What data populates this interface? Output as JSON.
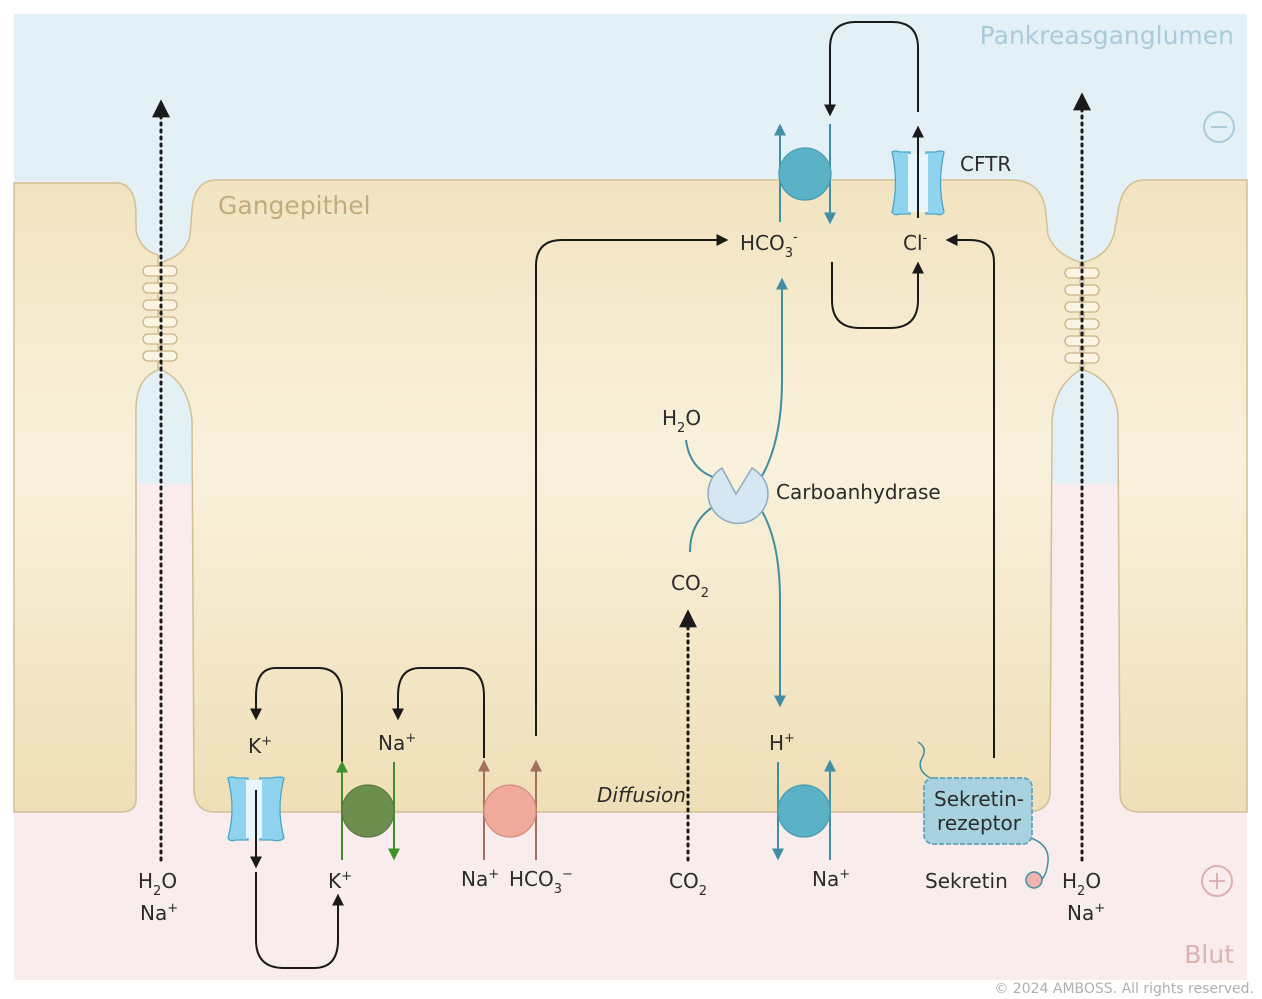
{
  "regions": {
    "lumen": "Pankreasganglumen",
    "epithelium": "Gangepithel",
    "blood": "Blut",
    "minus": "-",
    "plus": "+"
  },
  "labels": {
    "k_in_a": "K",
    "k_in_sup": "+",
    "na_in_a": "Na",
    "na_in_sup": "+",
    "h2o_left_a": "H",
    "h2o_left_sub": "2",
    "h2o_left_b": "O",
    "na_left_a": "Na",
    "na_left_sup": "+",
    "k_out_a": "K",
    "k_out_sup": "+",
    "na_out_a": "Na",
    "na_out_sup": "+",
    "hco3_out_a": "HCO",
    "hco3_out_sub": "3",
    "hco3_out_sup": "−",
    "diffusion": "Diffusion",
    "co2_out_a": "CO",
    "co2_out_sub": "2",
    "h_in_a": "H",
    "h_in_sup": "+",
    "na_out2_a": "Na",
    "na_out2_sup": "+",
    "co2_in_a": "CO",
    "co2_in_sub": "2",
    "h2o_in_a": "H",
    "h2o_in_sub": "2",
    "h2o_in_b": "O",
    "carboanhydrase": "Carboanhydrase",
    "hco3_in_a": "HCO",
    "hco3_in_sub": "3",
    "hco3_in_sup": "-",
    "cl_in_a": "Cl",
    "cl_in_sup": "-",
    "cftr": "CFTR",
    "receptor_line1": "Sekretin-",
    "receptor_line2": "rezeptor",
    "sekretin": "Sekretin",
    "h2o_right_a": "H",
    "h2o_right_sub": "2",
    "h2o_right_b": "O",
    "na_right_a": "Na",
    "na_right_sup": "+"
  },
  "copyright": "© 2024 AMBOSS. All rights reserved.",
  "colors": {
    "lumen": "#e3f1f6",
    "blood": "#f8ecec",
    "cell": "#f3e6c7",
    "cell_edge": "#d2bf94",
    "region_label": "#a9ccd8",
    "epithel_label": "#c3ab7e",
    "blood_label": "#dcb2b0",
    "channel": "#8fd3ee",
    "teal": "#5bb2c6",
    "teal_arrow": "#3f8ea3",
    "green": "#6c8f4e",
    "green_arrow": "#3f8f2a",
    "salmon": "#efaa9c",
    "brown_arrow": "#a2705d",
    "enzyme": "#d6e6f2",
    "enzyme_text": "#5a9ab8"
  }
}
